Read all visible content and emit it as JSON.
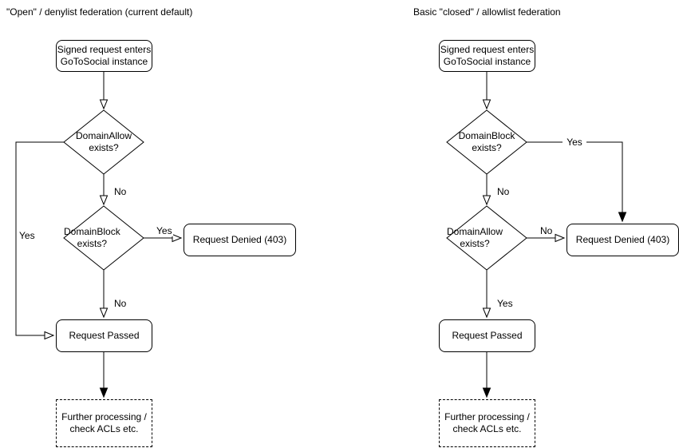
{
  "colors": {
    "background": "#ffffff",
    "stroke": "#000000",
    "shape_fill": "#ffffff",
    "text": "#000000"
  },
  "charts": [
    {
      "title": "\"Open\" / denylist federation (current default)",
      "entry": "Signed request enters\nGoToSocial instance",
      "decision1": "DomainAllow\nexists?",
      "decision1_branch_down": "No",
      "decision1_branch_side": "Yes",
      "decision2": "DomainBlock\nexists?",
      "decision2_branch_side": "Yes",
      "decision2_branch_down": "No",
      "denied": "Request Denied (403)",
      "passed": "Request Passed",
      "further": "Further processing /\ncheck ACLs etc."
    },
    {
      "title": "Basic \"closed\" / allowlist federation",
      "entry": "Signed request enters\nGoToSocial instance",
      "decision1": "DomainBlock\nexists?",
      "decision1_branch_down": "No",
      "decision1_branch_side": "Yes",
      "decision2": "DomainAllow\nexists?",
      "decision2_branch_side": "No",
      "decision2_branch_down": "Yes",
      "denied": "Request Denied (403)",
      "passed": "Request Passed",
      "further": "Further processing /\ncheck ACLs etc."
    }
  ]
}
